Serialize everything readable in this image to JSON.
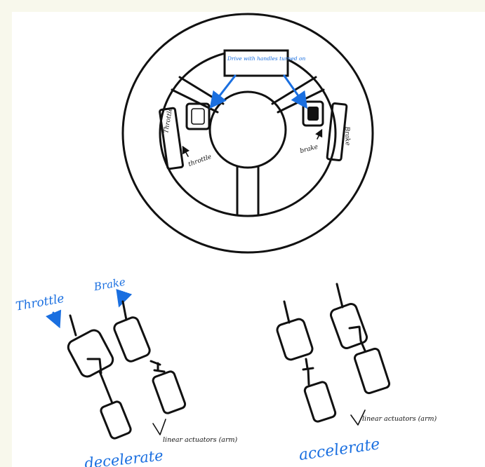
{
  "wheel": {
    "callout": "Drive with handles turned on",
    "left_switch_label": "Throttle",
    "left_paddle_label": "throttle",
    "right_switch_label": "Brake",
    "right_paddle_label": "brake"
  },
  "pedals": {
    "throttle_label": "Throttle",
    "brake_label": "Brake",
    "left_actuator_note": "linear actuators (arm)",
    "right_actuator_note": "linear actuators (arm)",
    "left_state": "decelerate",
    "right_state": "accelerate"
  },
  "colors": {
    "ink": "#111111",
    "annotation_blue": "#1a6fe0",
    "page_background": "#f8f8ec"
  }
}
